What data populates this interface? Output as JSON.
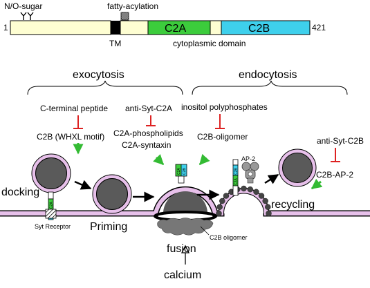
{
  "domain_map": {
    "n_term": "1",
    "c_term": "421",
    "tm": "TM",
    "c2a": "C2A",
    "c2b": "C2B",
    "cytoplasmic": "cytoplasmic domain",
    "glyco": "N/O-sugar",
    "acyl": "fatty-acylation",
    "colors": {
      "lumenal": "#fefed2",
      "tm": "#000000",
      "c2a": "#3ccc3c",
      "c2b": "#3ed0ec"
    }
  },
  "headers": {
    "exocytosis": "exocytosis",
    "endocytosis": "endocytosis"
  },
  "inhibitors": {
    "c_terminal_peptide": "C-terminal peptide",
    "c2b_whxl": "C2B (WHXL motif)",
    "anti_syt_c2a": "anti-Syt-C2A",
    "c2a_phospholipids": "C2A-phospholipids",
    "c2a_syntaxin": "C2A-syntaxin",
    "inositol": "inositol polyphosphates",
    "c2b_oligomer": "C2B-oligomer",
    "anti_syt_c2b": "anti-Syt-C2B",
    "c2b_ap2": "C2B-AP-2"
  },
  "stages": {
    "docking": "docking",
    "priming": "Priming",
    "fusion": "fusion",
    "recycling": "recycling",
    "calcium": "calcium",
    "syt_receptor": "Syt Receptor",
    "c2b_oligomer_label": "C2B oligomer",
    "ap2": "AP-2"
  },
  "mini_syt": {
    "c2a": "C2A",
    "c2b": "C2B"
  },
  "colors": {
    "membrane": "#e7c0ea",
    "vesicle_core": "#5a5a5a",
    "inhibit": "#dd2222",
    "promote": "#33bb33"
  }
}
